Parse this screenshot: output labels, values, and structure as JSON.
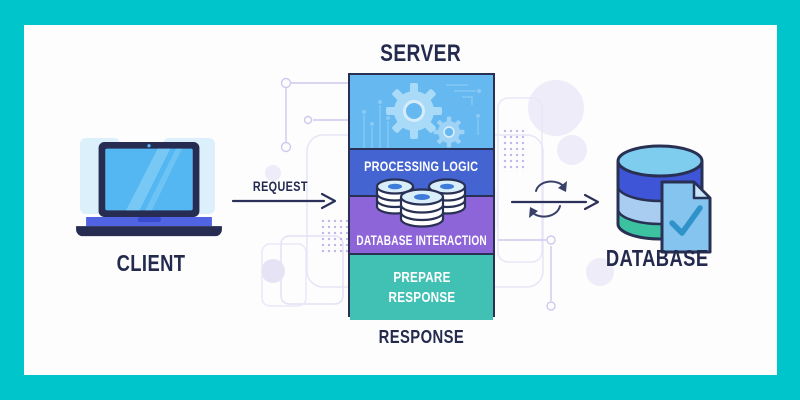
{
  "frame": {
    "border_color": "#00C5CA",
    "background": "#FDFDFE"
  },
  "client": {
    "label": "CLIENT",
    "icon": "laptop-icon"
  },
  "request": {
    "label": "REQUEST"
  },
  "server": {
    "title": "SERVER",
    "footer_label": "RESPONSE",
    "sections": [
      {
        "id": "visual",
        "label": "",
        "color": "#65B8F0",
        "icon": "gears-icon"
      },
      {
        "id": "processing-logic",
        "label": "PROCESSING LOGIC",
        "color": "#4464D1"
      },
      {
        "id": "database-interaction",
        "label": "DATABASE INTERACTION",
        "color": "#8E65D8",
        "icon": "db-stack-icon"
      },
      {
        "id": "prepare-response",
        "label": "PREPARE RESPONSE",
        "color": "#40C1B4"
      }
    ]
  },
  "response_flow": {
    "icon": "sync-arrows-icon"
  },
  "database": {
    "label": "DATABASE",
    "icon": "database-cylinder-icon",
    "badge_icon": "document-check-icon"
  },
  "colors": {
    "text": "#232A4D",
    "arrow": "#2B3158",
    "box_border": "#2A3054",
    "frame_teal": "#00C5CA",
    "section_blue_light": "#65B8F0",
    "section_blue": "#4464D1",
    "section_purple": "#8E65D8",
    "section_teal": "#40C1B4",
    "db_band_blue": "#3D55D6",
    "db_band_light": "#A9CDF0",
    "db_band_teal": "#3CC2A0"
  }
}
